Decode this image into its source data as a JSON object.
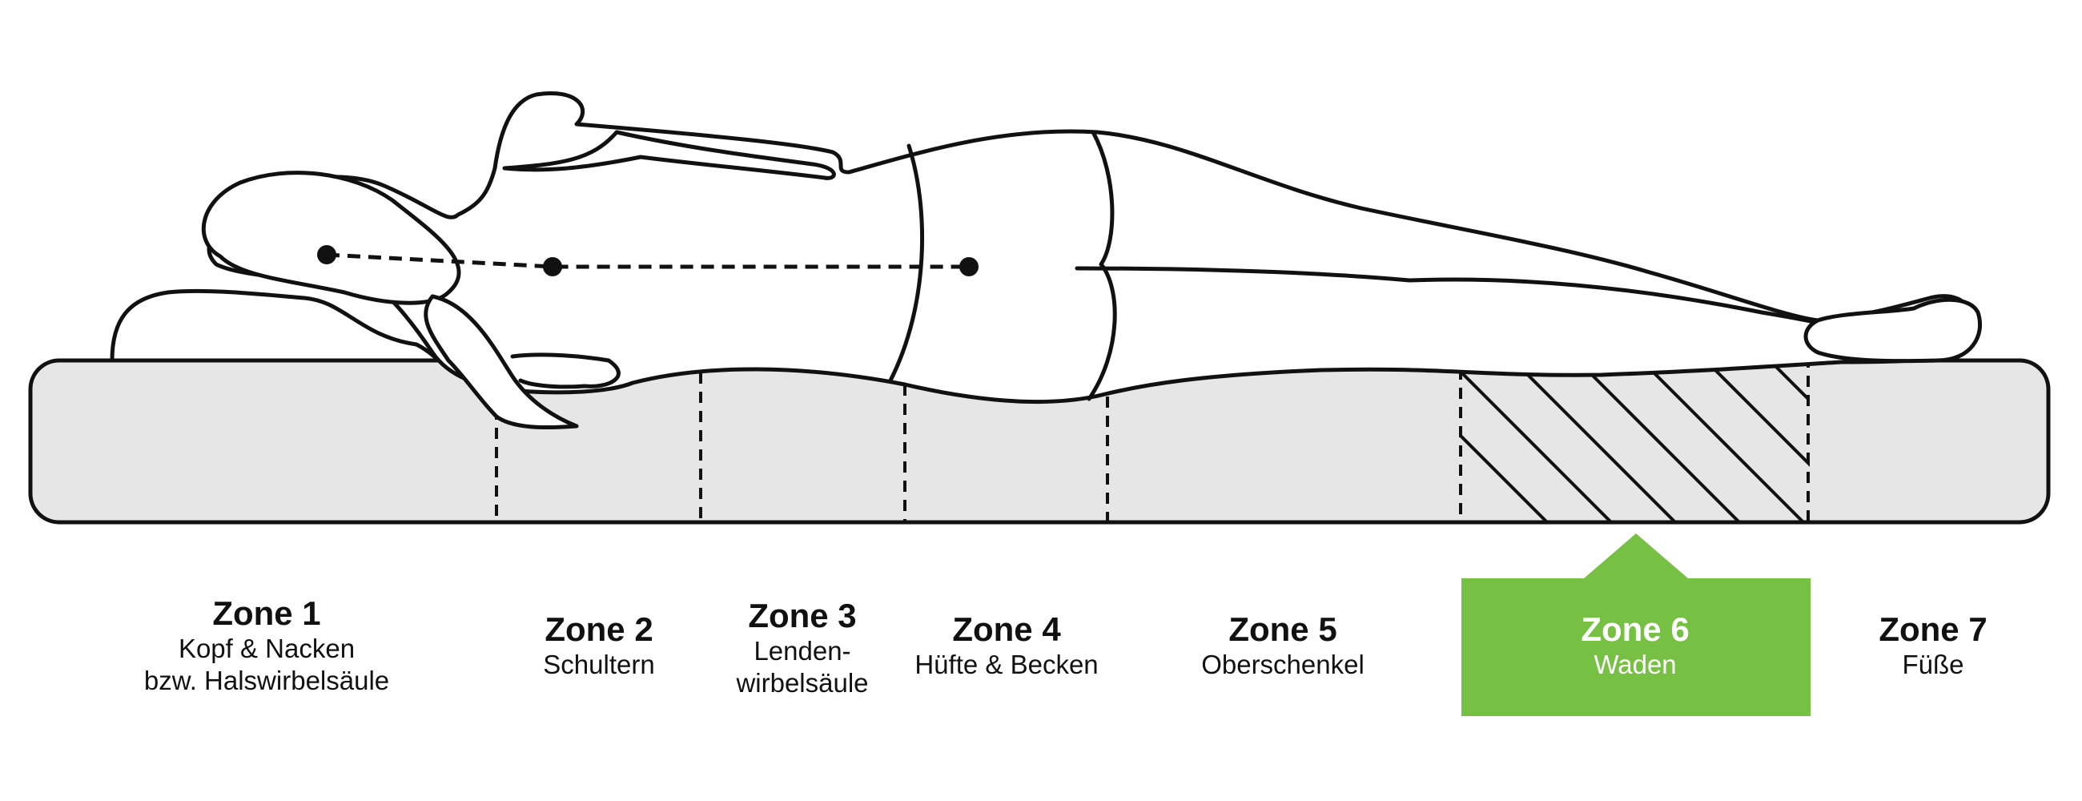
{
  "colors": {
    "mattress_fill": "#e6e6e6",
    "outline": "#111111",
    "highlight": "#76c043",
    "hatch": "#111111"
  },
  "zones": [
    {
      "id": 1,
      "title": "Zone 1",
      "desc": [
        "Kopf & Nacken",
        "bzw. Halswirbelsäule"
      ]
    },
    {
      "id": 2,
      "title": "Zone 2",
      "desc": [
        "Schultern"
      ]
    },
    {
      "id": 3,
      "title": "Zone 3",
      "desc": [
        "Lenden-",
        "wirbelsäule"
      ]
    },
    {
      "id": 4,
      "title": "Zone 4",
      "desc": [
        "Hüfte & Becken"
      ]
    },
    {
      "id": 5,
      "title": "Zone 5",
      "desc": [
        "Oberschenkel"
      ]
    },
    {
      "id": 6,
      "title": "Zone 6",
      "desc": [
        "Waden"
      ],
      "highlighted": true
    },
    {
      "id": 7,
      "title": "Zone 7",
      "desc": [
        "Füße"
      ]
    }
  ]
}
